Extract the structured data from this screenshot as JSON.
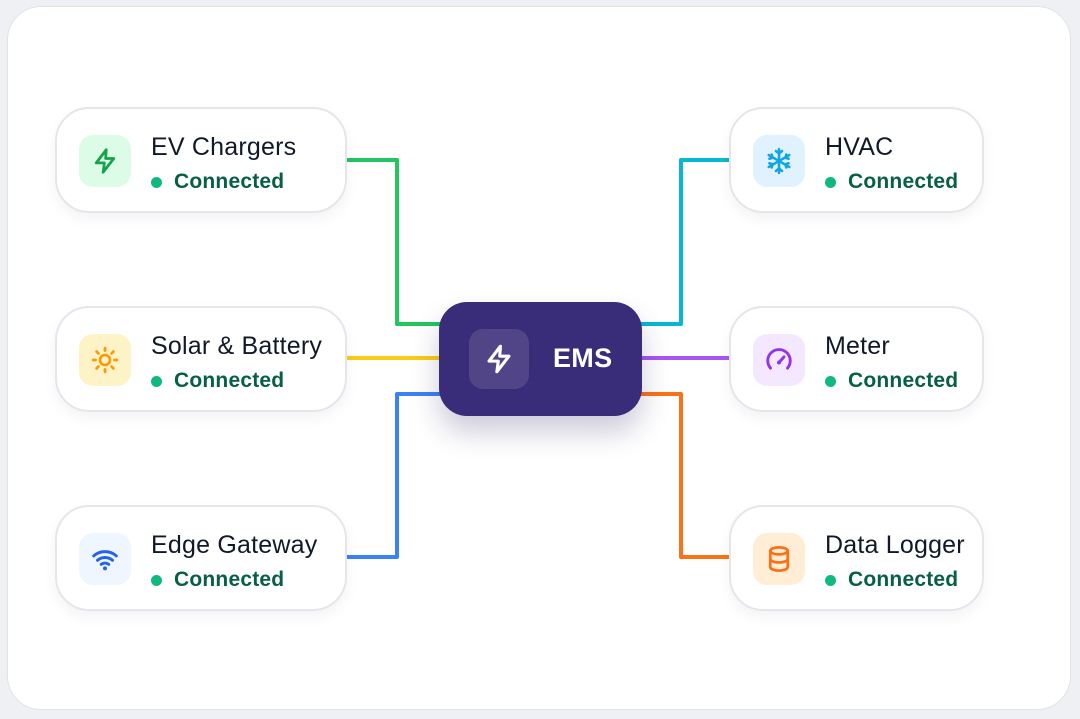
{
  "hub": {
    "label": "EMS",
    "icon": "lightning-icon",
    "color": "#392c78"
  },
  "status_color": "#065f46",
  "status_dot_color": "#10b981",
  "devices": [
    {
      "id": "ev-chargers",
      "title": "EV Chargers",
      "status": "Connected",
      "icon": "lightning-icon",
      "icon_bg": "#dcfce7",
      "icon_color": "#16a34a",
      "line_color": "#22c55e"
    },
    {
      "id": "solar-battery",
      "title": "Solar & Battery",
      "status": "Connected",
      "icon": "sun-icon",
      "icon_bg": "#fef3c7",
      "icon_color": "#f59e0b",
      "line_color": "#facc15"
    },
    {
      "id": "edge-gateway",
      "title": "Edge Gateway",
      "status": "Connected",
      "icon": "wifi-icon",
      "icon_bg": "#eff6ff",
      "icon_color": "#2563eb",
      "line_color": "#3b82f6"
    },
    {
      "id": "hvac",
      "title": "HVAC",
      "status": "Connected",
      "icon": "snowflake-icon",
      "icon_bg": "#e0f2fe",
      "icon_color": "#0ea5e9",
      "line_color": "#06b6d4"
    },
    {
      "id": "meter",
      "title": "Meter",
      "status": "Connected",
      "icon": "gauge-icon",
      "icon_bg": "#f3e8ff",
      "icon_color": "#9333ea",
      "line_color": "#a855f7"
    },
    {
      "id": "data-logger",
      "title": "Data Logger",
      "status": "Connected",
      "icon": "database-icon",
      "icon_bg": "#ffedd5",
      "icon_color": "#f97316",
      "line_color": "#f97316"
    }
  ]
}
